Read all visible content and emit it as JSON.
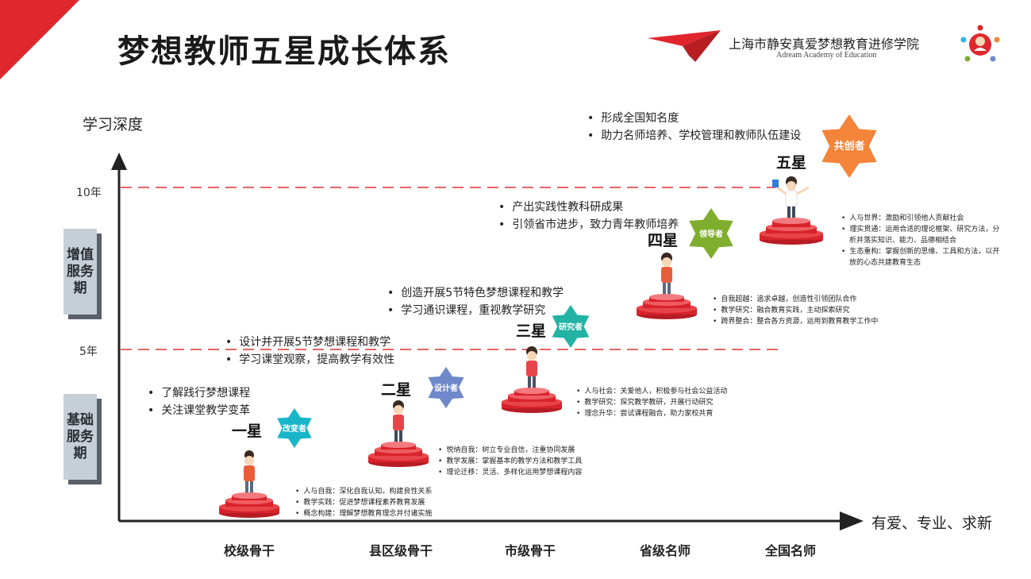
{
  "header": {
    "title": "梦想教师五星成长体系",
    "org_name_cn": "上海市静安真爱梦想教育进修学院",
    "org_name_en": "Adream Academy of Education"
  },
  "axes": {
    "y_label": "学习深度",
    "x_label": "有爱、专业、求新",
    "y_ticks": [
      "10年",
      "5年"
    ],
    "periods": [
      "增值服务期",
      "基础服务期"
    ],
    "categories": [
      "校级骨干",
      "县区级骨干",
      "市级骨干",
      "省级名师",
      "全国名师"
    ]
  },
  "colors": {
    "accent_red": "#e0262d",
    "podium_red": "#d9232b",
    "dash_red": "#e03434"
  },
  "levels": [
    {
      "level": "一星",
      "role": "改变者",
      "role_color": "#19b6c9",
      "goals": [
        "了解践行梦想课程",
        "关注课堂教学变革"
      ],
      "details": [
        "人与自我：深化自我认知，构建良性关系",
        "教学实践：促进梦想课程素养教育发展",
        "概念构建：理解梦想教育理念并付诸实施"
      ]
    },
    {
      "level": "二星",
      "role": "设计者",
      "role_color": "#6f88c9",
      "goals": [
        "设计并开展5节梦想课程和教学",
        "学习课堂观察，提高教学有效性"
      ],
      "details": [
        "悦纳自我：树立专业自信，注重协同发展",
        "教学发展：掌握基本的教学方法和教学工具",
        "理论迁移：灵活、多样化运用梦想课程内容"
      ]
    },
    {
      "level": "三星",
      "role": "研究者",
      "role_color": "#23b3a5",
      "goals": [
        "创造开展5节特色梦想课程和教学",
        "学习通识课程，重视教学研究"
      ],
      "details": [
        "人与社会：关爱他人，积极参与社会公益活动",
        "教学研究：探究教学教研，开展行动研究",
        "理念升华：尝试课程融合，助力家校共育"
      ]
    },
    {
      "level": "四星",
      "role": "领导者",
      "role_color": "#7fae2e",
      "goals": [
        "产出实践性教科研成果",
        "引领省市进步，致力青年教师培养"
      ],
      "details": [
        "自我超越：追求卓越，创造性引领团队合作",
        "教学研究：融合教育实践，主动探索研究",
        "跨界整合：整合各方资源，运用到教育教学工作中"
      ]
    },
    {
      "level": "五星",
      "role": "共创者",
      "role_color": "#f4843a",
      "goals": [
        "形成全国知名度",
        "助力名师培养、学校管理和教师队伍建设"
      ],
      "details": [
        "人与世界：激励和引领他人贡献社会",
        "理实贯通：运用合适的理论框架、研究方法，分析并落实知识、能力、品德相结合",
        "生态重构：掌握创新的思维、工具和方法，以开放的心态共建教育生态"
      ]
    }
  ]
}
